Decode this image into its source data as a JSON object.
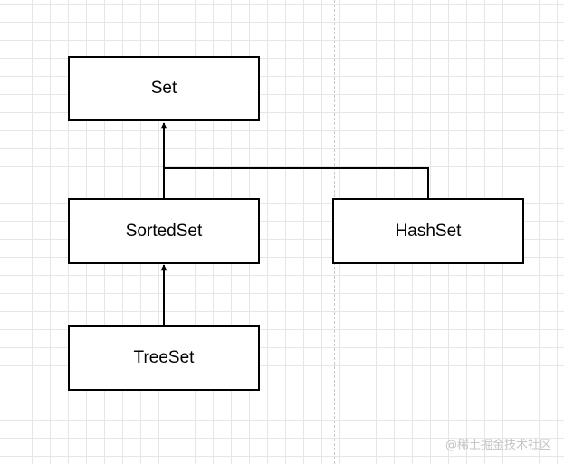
{
  "diagram": {
    "nodes": {
      "set": "Set",
      "sorted_set": "SortedSet",
      "hash_set": "HashSet",
      "tree_set": "TreeSet"
    },
    "edges": [
      {
        "from": "SortedSet",
        "to": "Set"
      },
      {
        "from": "HashSet",
        "to": "Set"
      },
      {
        "from": "TreeSet",
        "to": "SortedSet"
      }
    ]
  },
  "watermark": "@稀土掘金技术社区",
  "colors": {
    "line": "#000000",
    "grid": "#e6e6e6",
    "watermark": "#c4c4c4"
  }
}
